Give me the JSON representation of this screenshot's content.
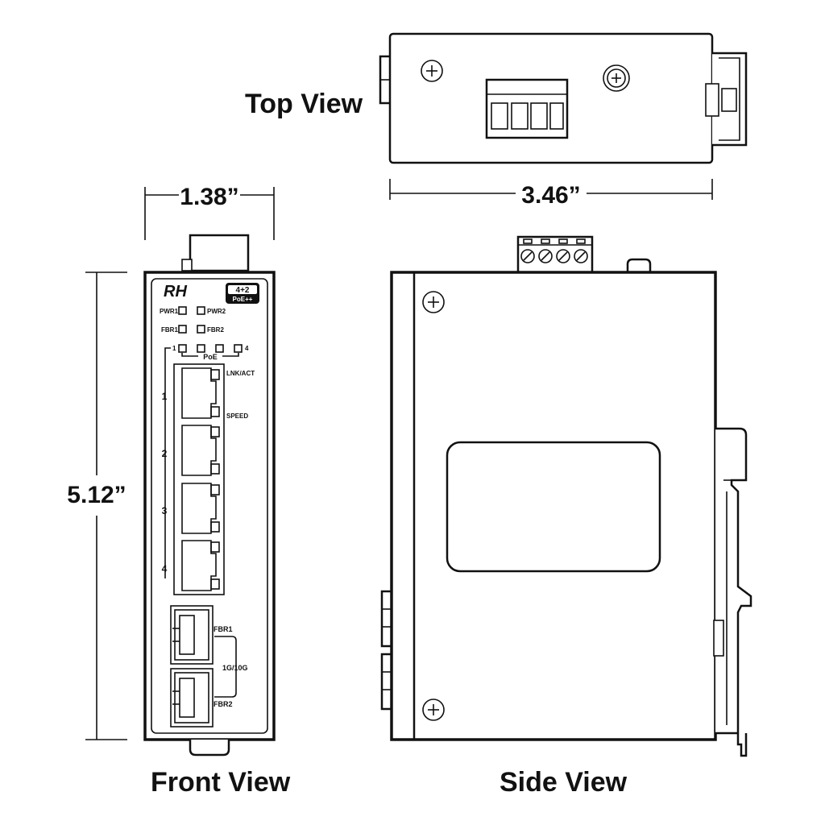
{
  "views": {
    "top": "Top View",
    "front": "Front View",
    "side": "Side View"
  },
  "dimensions": {
    "width": "1.38”",
    "height": "5.12”",
    "depth": "3.46”"
  },
  "front_panel": {
    "logo": "RH",
    "badge_top": "4+2",
    "badge_bottom": "PoE++",
    "leds": {
      "pwr1": "PWR1",
      "pwr2": "PWR2",
      "fbr1": "FBR1",
      "fbr2": "FBR2",
      "poe_first": "1",
      "poe_last": "4",
      "poe": "PoE"
    },
    "port_labels": {
      "lnk_act": "LNK/ACT",
      "speed": "SPEED"
    },
    "port_numbers": [
      "1",
      "2",
      "3",
      "4"
    ],
    "sfp": {
      "fbr1": "FBR1",
      "fbr2": "FBR2",
      "speed": "1G/10G"
    }
  },
  "colors": {
    "line": "#111111",
    "background": "#ffffff"
  }
}
